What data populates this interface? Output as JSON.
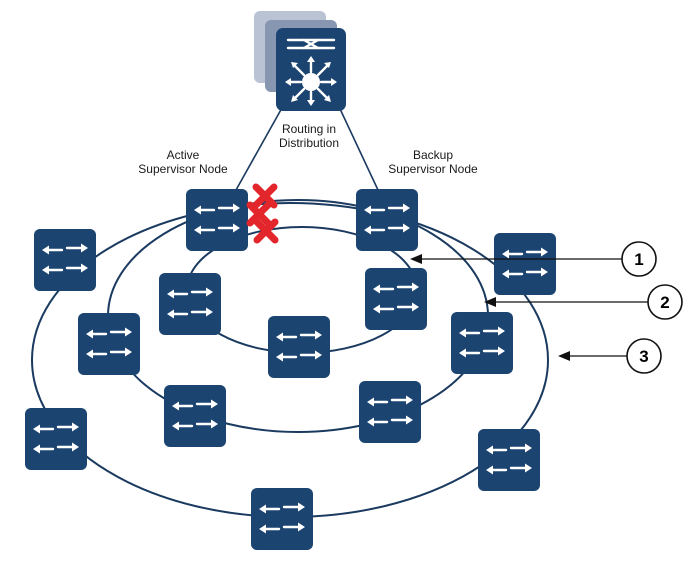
{
  "labels": {
    "router": [
      "Routing in",
      "Distribution"
    ],
    "active": [
      "Active",
      "Supervisor Node"
    ],
    "backup": [
      "Backup",
      "Supervisor Node"
    ]
  },
  "callouts": [
    "1",
    "2",
    "3"
  ],
  "colors": {
    "switch_fill": "#1c4470",
    "router_shadow_1": "#b9c3d3",
    "router_shadow_2": "#8797b2",
    "ring_stroke": "#1b3a60",
    "failure_mark": "#e3262b"
  },
  "icons": {
    "switch": "switch-icon",
    "router": "layer3-switch-icon",
    "failure": "link-failure-x-icon"
  }
}
